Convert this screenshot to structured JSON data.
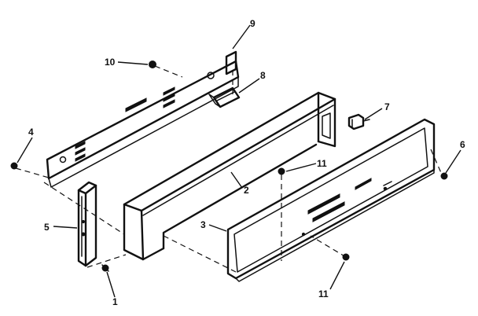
{
  "callouts": {
    "c1": "1",
    "c2": "2",
    "c3": "3",
    "c4": "4",
    "c5": "5",
    "c6": "6",
    "c7": "7",
    "c8": "8",
    "c9": "9",
    "c10": "10",
    "c11a": "11",
    "c11b": "11"
  }
}
